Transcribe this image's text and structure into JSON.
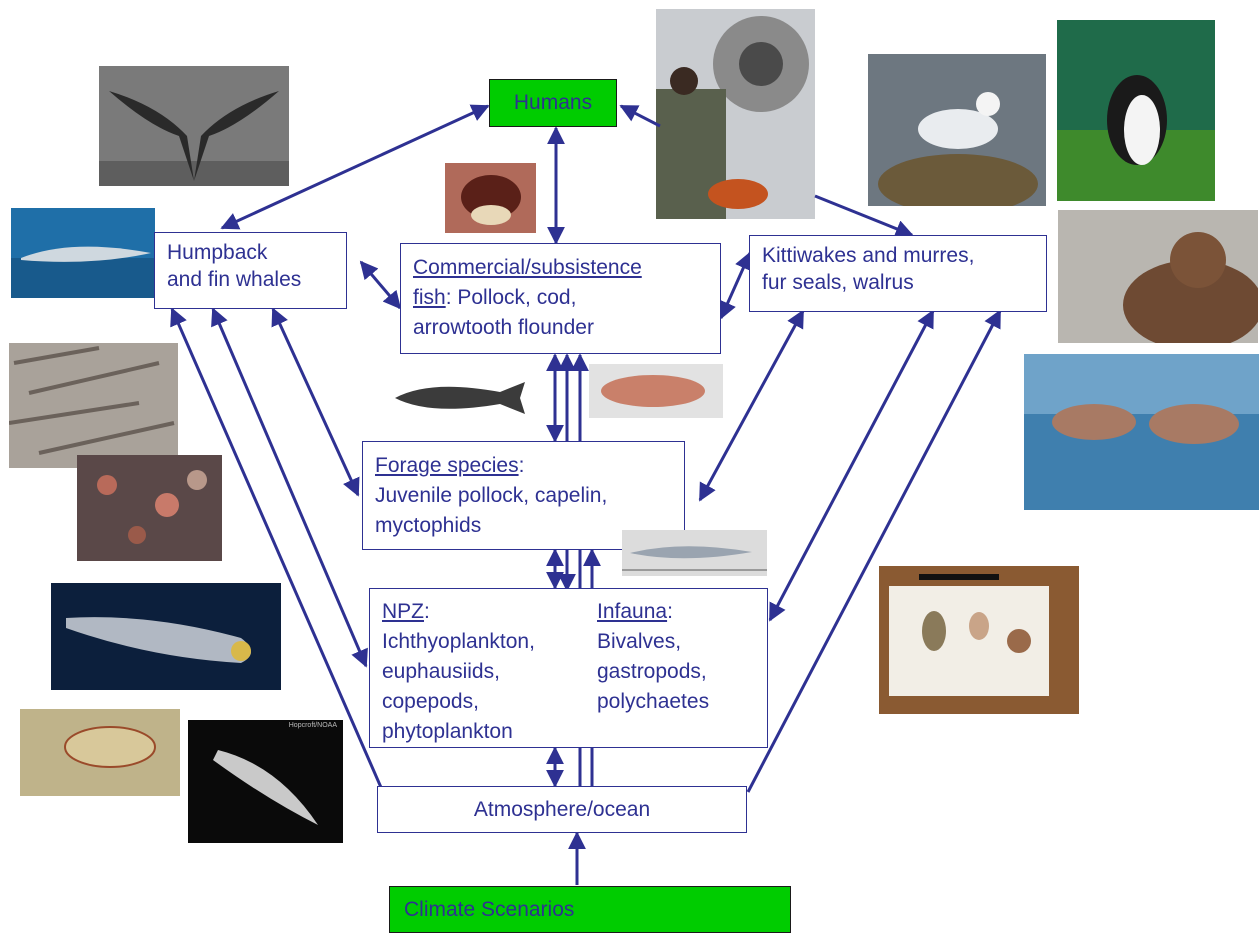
{
  "nodes": {
    "humans": "Humans",
    "whales": [
      "Humpback",
      "and fin whales"
    ],
    "fish": {
      "heading": "Commercial/subsistence",
      "heading2": "fish",
      "rest": ": Pollock, cod,",
      "line3": "arrowtooth flounder"
    },
    "seabirds": [
      "Kittiwakes and murres,",
      "fur seals, walrus"
    ],
    "forage": {
      "heading": "Forage species",
      "colon": ":",
      "line2": "Juvenile pollock, capelin,",
      "line3": "myctophids"
    },
    "npz": {
      "heading": "NPZ",
      "colon": ":",
      "lines": [
        "Ichthyoplankton,",
        "euphausiids,",
        "copepods,",
        "phytoplankton"
      ]
    },
    "infauna": {
      "heading": "Infauna",
      "colon": ":",
      "lines": [
        "Bivalves,",
        "gastropods,",
        "polychaetes"
      ]
    },
    "atmosphere": "Atmosphere/ocean",
    "climate": "Climate Scenarios"
  },
  "photos": {
    "krill_credit": "Hopcroft/NOAA"
  },
  "colors": {
    "arrow": "#2e3192",
    "text": "#2e3192",
    "green_box": "#00cc00"
  }
}
